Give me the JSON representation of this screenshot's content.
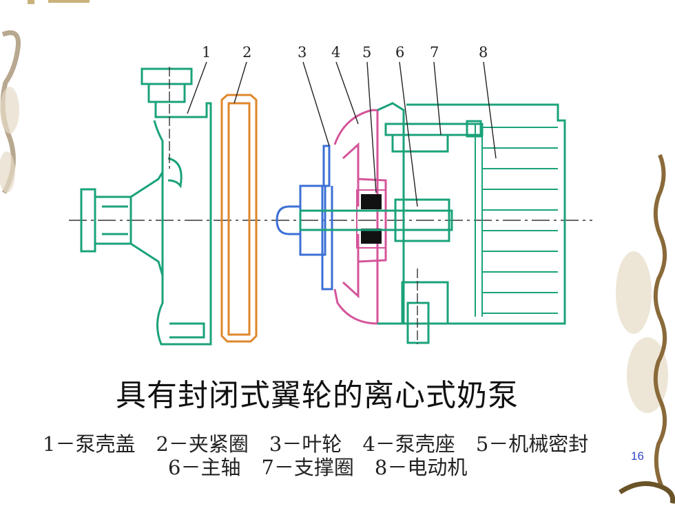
{
  "title": "具有封闭式翼轮的离心式奶泵",
  "page_number": "16",
  "callouts": [
    "1",
    "2",
    "3",
    "4",
    "5",
    "6",
    "7",
    "8"
  ],
  "legend_line1": [
    "1－泵壳盖",
    "2－夹紧圈",
    "3－叶轮",
    "4－泵壳座",
    "5－机械密封"
  ],
  "legend_line2": [
    "6－主轴",
    "7－支撑圈",
    "8－电动机"
  ],
  "colors": {
    "pump_cover": "#1aa27a",
    "clamp_ring": "#e0862a",
    "impeller": "#3b6fd6",
    "pump_seat": "#d4549a",
    "seal": "#111111",
    "centerline": "#333333",
    "decor_vine": "#c9b9a0"
  },
  "decor": [
    "vine-decoration-left",
    "vine-decoration-right"
  ]
}
